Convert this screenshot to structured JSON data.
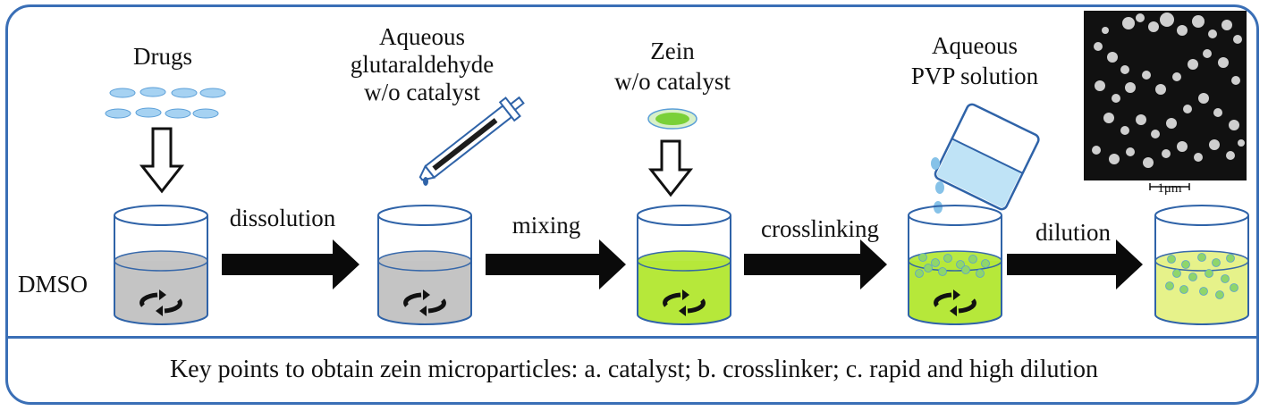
{
  "labels": {
    "drugs": "Drugs",
    "dmso": "DMSO",
    "glutaraldehyde_line1": "Aqueous",
    "glutaraldehyde_line2": "glutaraldehyde",
    "glutaraldehyde_line3": "w/o catalyst",
    "zein_line1": "Zein",
    "zein_line2": "w/o catalyst",
    "pvp_line1": "Aqueous",
    "pvp_line2": "PVP solution",
    "scale_bar": "1μm"
  },
  "steps": [
    "dissolution",
    "mixing",
    "crosslinking",
    "dilution"
  ],
  "footer": "Key points to obtain zein microparticles: a. catalyst; b. crosslinker; c. rapid and high dilution",
  "colors": {
    "frame": "#3a6fb6",
    "beaker_outline": "#2f63a8",
    "grey_liquid": "#c4c4c4",
    "green_liquid": "#b6e83a",
    "yellow_liquid": "#e6f28a",
    "particle": "#8fd66a",
    "drug_ellipse": "#a6d2f2"
  }
}
